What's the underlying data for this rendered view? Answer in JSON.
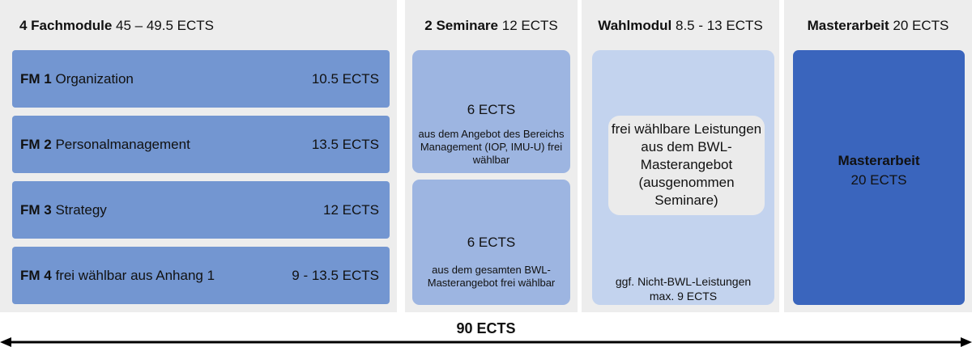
{
  "fachmodule": {
    "header_bold": "4 Fachmodule",
    "header_rest": "45 – 49.5 ECTS",
    "rows": [
      {
        "code": "FM 1",
        "name": "Organization",
        "ects": "10.5 ECTS"
      },
      {
        "code": "FM 2",
        "name": "Personalmanagement",
        "ects": "13.5 ECTS"
      },
      {
        "code": "FM 3",
        "name": "Strategy",
        "ects": "12 ECTS"
      },
      {
        "code": "FM 4",
        "name": "frei wählbar aus Anhang 1",
        "ects": "9 - 13.5 ECTS"
      }
    ]
  },
  "seminare": {
    "header_bold": "2 Seminare",
    "header_rest": "12 ECTS",
    "boxes": [
      {
        "ects": "6 ECTS",
        "desc": "aus dem Angebot des Bereichs Management (IOP, IMU-U) frei wählbar"
      },
      {
        "ects": "6 ECTS",
        "desc": "aus dem gesamten BWL-Masterangebot frei wählbar"
      }
    ]
  },
  "wahlmodul": {
    "header_bold": "Wahlmodul",
    "header_rest": "8.5 - 13 ECTS",
    "inner_text": "frei wählbare Leistungen aus dem BWL-Masterangebot (ausgenommen Seminare)",
    "note_line1": "ggf. Nicht-BWL-Leistungen",
    "note_line2": "max. 9 ECTS"
  },
  "masterarbeit": {
    "header_bold": "Masterarbeit",
    "header_rest": "20 ECTS",
    "title": "Masterarbeit",
    "ects": "20 ECTS"
  },
  "total": {
    "label": "90 ECTS"
  },
  "colors": {
    "fm_box": "#7396d1",
    "seminar_box": "#9db5e1",
    "wahl_box": "#c3d3ee",
    "ma_box": "#3a65bd",
    "column_bg": "#ededed"
  }
}
